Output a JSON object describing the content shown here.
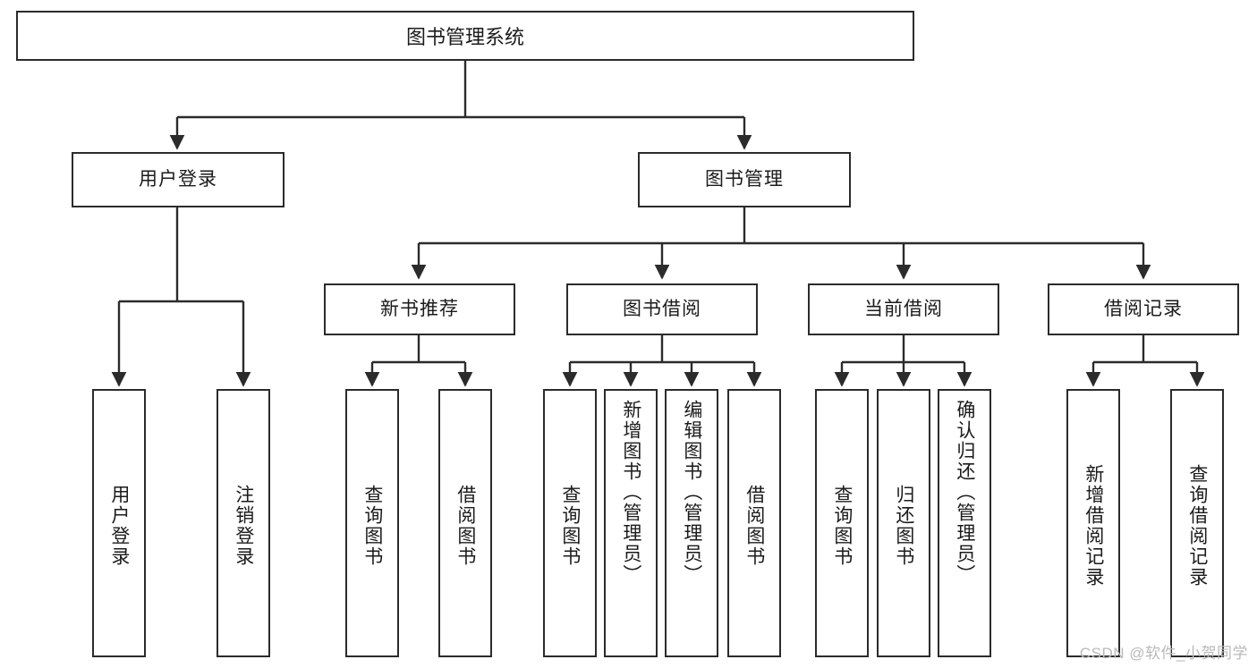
{
  "diagram": {
    "title": "图书管理系统",
    "type": "tree",
    "stroke_color": "#2b2b2b",
    "fill_color": "#ffffff",
    "text_color": "#1b1b1b"
  },
  "root": {
    "label": "图书管理系统"
  },
  "level2": [
    {
      "label": "用户登录"
    },
    {
      "label": "图书管理"
    }
  ],
  "level3": [
    {
      "label": "新书推荐"
    },
    {
      "label": "图书借阅"
    },
    {
      "label": "当前借阅"
    },
    {
      "label": "借阅记录"
    }
  ],
  "leaves": {
    "user_login": [
      {
        "label": "用户登录"
      },
      {
        "label": "注销登录"
      }
    ],
    "new_book": [
      {
        "label": "查询图书"
      },
      {
        "label": "借阅图书"
      }
    ],
    "book_borrow": [
      {
        "label": "查询图书"
      },
      {
        "label": "新增图书（管理员）"
      },
      {
        "label": "编辑图书（管理员）"
      },
      {
        "label": "借阅图书"
      }
    ],
    "current_borrow": [
      {
        "label": "查询图书"
      },
      {
        "label": "归还图书"
      },
      {
        "label": "确认归还（管理员）"
      }
    ],
    "borrow_record": [
      {
        "label": "新增借阅记录"
      },
      {
        "label": "查询借阅记录"
      }
    ]
  },
  "watermark": {
    "text": "CSDN @软件_小贺同学"
  }
}
